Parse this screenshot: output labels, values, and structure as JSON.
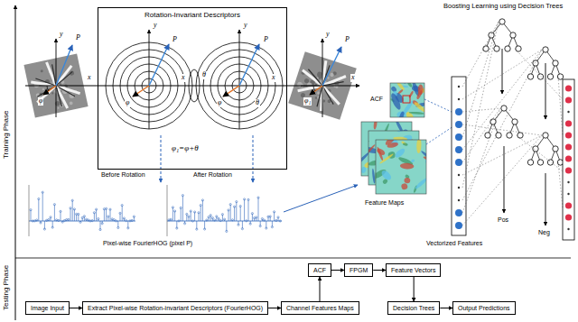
{
  "diagram": {
    "nodes": [
      {
        "text": [
          "Rotation-Invariant Descriptors"
        ]
      },
      {
        "text": [
          "Image Input"
        ]
      },
      {
        "text": [
          "Extract Pixel-wise Rotation-invariant Descriptors (FourierHOG)"
        ]
      },
      {
        "text": [
          "Channel Features Maps"
        ]
      },
      {
        "text": [
          "ACF"
        ]
      },
      {
        "text": [
          "FPGM"
        ]
      },
      {
        "text": [
          "Feature Vectors"
        ]
      },
      {
        "text": [
          "Decision Trees"
        ]
      },
      {
        "text": [
          "Output Predictions"
        ]
      }
    ],
    "edges": [
      {
        "from": 1,
        "to": 2,
        "arrow": "to"
      },
      {
        "from": 2,
        "to": 3,
        "arrow": "to"
      },
      {
        "from": 3,
        "to": 4,
        "arrow": "to"
      },
      {
        "from": 4,
        "to": 5,
        "arrow": "to"
      },
      {
        "from": 5,
        "to": 6,
        "arrow": "to"
      },
      {
        "from": 6,
        "to": 7,
        "arrow": "to"
      },
      {
        "from": 7,
        "to": 8,
        "arrow": "to"
      }
    ],
    "labels": [
      "Training Phase",
      "Testing Phase",
      "y",
      "P",
      "x",
      "φ",
      "y",
      "x",
      "P",
      "φ",
      "θ",
      "y",
      "x",
      "P",
      "θ",
      "φ",
      "φ₁=φ+θ",
      "Before Rotation",
      "After Rotation",
      "y",
      "x",
      "P",
      "φ₁",
      "Pixel-wise FourierHOG (pixel P)",
      "ACF",
      "Feature Maps",
      "Vectorized Features",
      "Boosting Learning using Decision Trees",
      "Pos",
      "Neg"
    ]
  }
}
